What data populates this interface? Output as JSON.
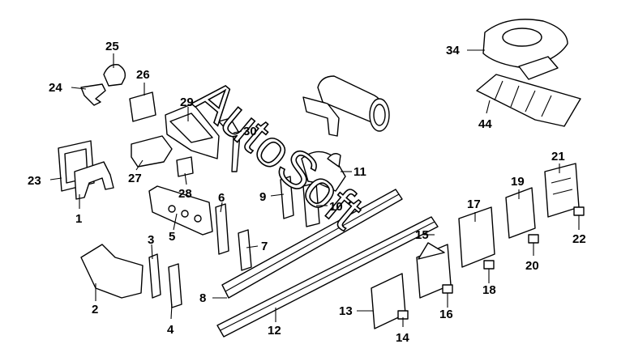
{
  "callouts": [
    "1",
    "2",
    "3",
    "4",
    "5",
    "6",
    "7",
    "8",
    "9",
    "10",
    "11",
    "12",
    "13",
    "14",
    "15",
    "16",
    "17",
    "18",
    "19",
    "20",
    "21",
    "22",
    "23",
    "24",
    "25",
    "26",
    "27",
    "28",
    "29",
    "30",
    "34",
    "44"
  ],
  "watermark": "AutoSoft"
}
